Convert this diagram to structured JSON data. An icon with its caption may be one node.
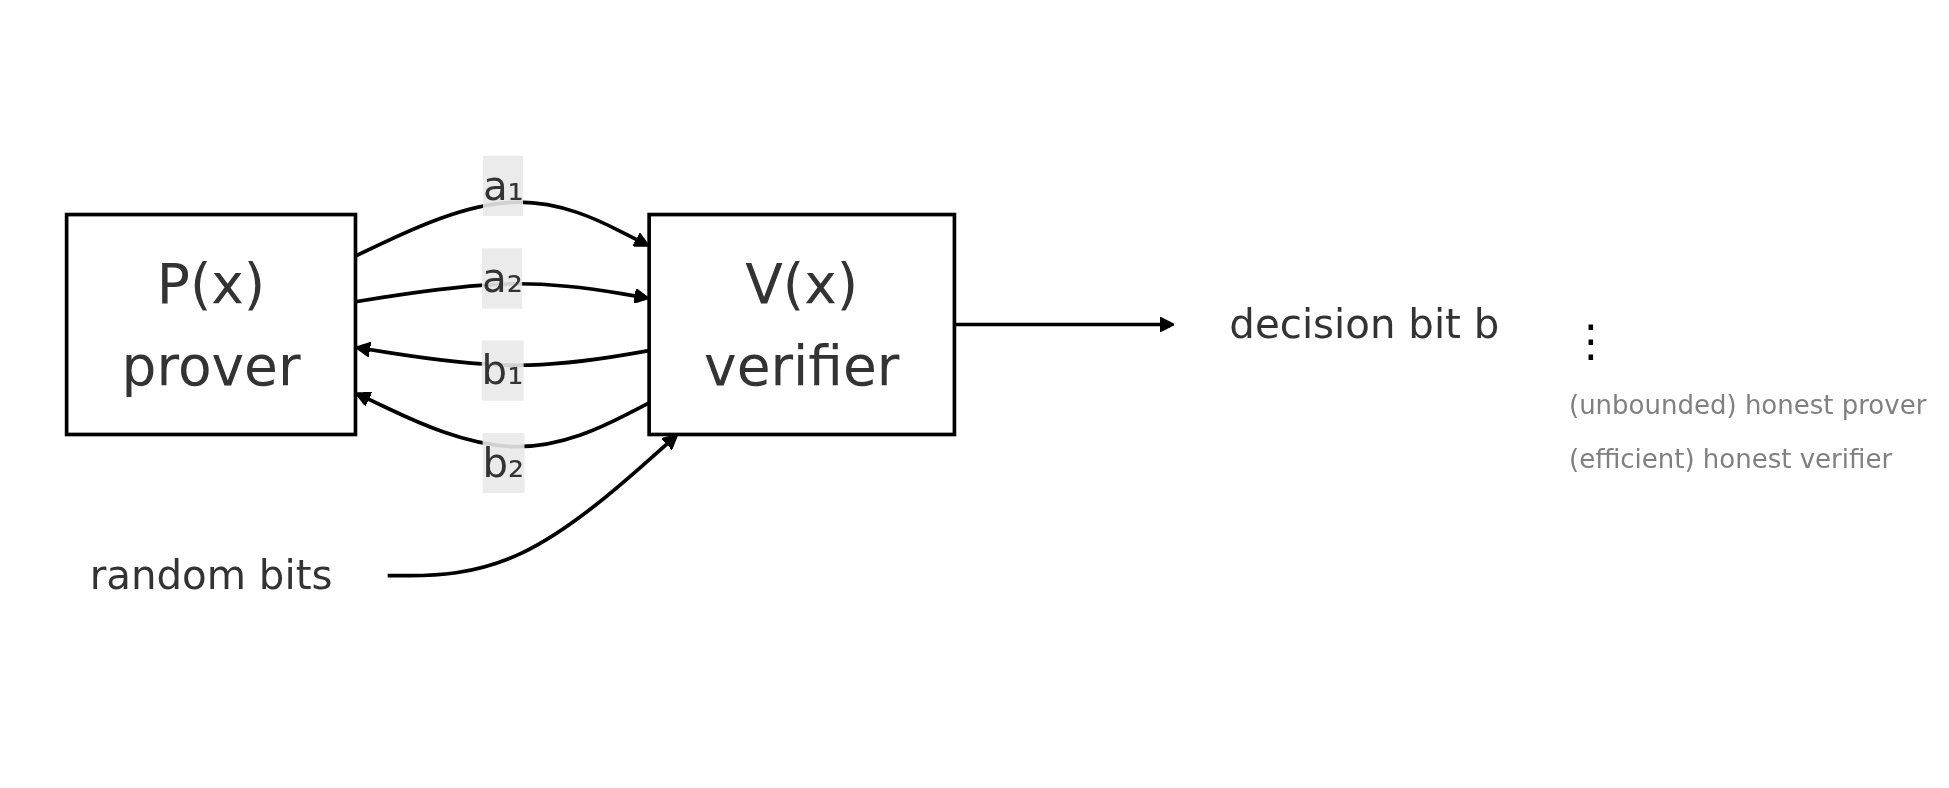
{
  "diagram": {
    "nodes": [
      {
        "text": [
          "P(x)",
          "prover"
        ]
      },
      {
        "text": [
          "V(x)",
          "verifier"
        ]
      },
      {
        "text": [
          "random bits"
        ]
      },
      {
        "text": [
          "decision bit b"
        ]
      }
    ],
    "edges": [
      {
        "from": 0,
        "to": 1,
        "arrow": "to",
        "label": "a₁"
      },
      {
        "from": 1,
        "to": 0,
        "arrow": "to",
        "label": "b₁"
      },
      {
        "from": 0,
        "to": 1,
        "arrow": "to",
        "label": "a₂"
      },
      {
        "from": 1,
        "to": 0,
        "arrow": "to",
        "label": "b₂"
      },
      {
        "from": 2,
        "to": 1,
        "arrow": "to"
      },
      {
        "from": 1,
        "to": 3,
        "arrow": "to"
      }
    ],
    "labels": [
      "⋮",
      "(unbounded) honest prover",
      "(efficient) honest verifier"
    ]
  }
}
